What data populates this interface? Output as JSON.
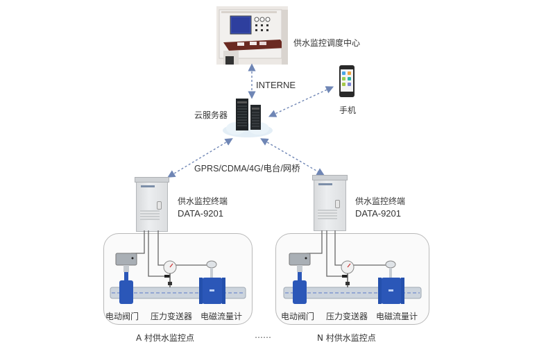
{
  "center": {
    "label": "供水监控调度中心",
    "icon": "control-console-icon"
  },
  "internet_label": "INTERNE",
  "cloud_server": {
    "label": "云服务器",
    "icon": "cloud-server-icon"
  },
  "mobile": {
    "label": "手机",
    "icon": "smartphone-icon"
  },
  "network_label": "GPRS/CDMA/4G/电台/网桥",
  "terminals": [
    {
      "name": "供水监控终端",
      "model": "DATA-9201"
    },
    {
      "name": "供水监控终端",
      "model": "DATA-9201"
    }
  ],
  "sites": [
    {
      "title": "A 村供水监控点",
      "devices": [
        "电动阀门",
        "压力变送器",
        "电磁流量计"
      ]
    },
    {
      "title": "N 村供水监控点",
      "devices": [
        "电动阀门",
        "压力变送器",
        "电磁流量计"
      ]
    }
  ],
  "ellipsis": "……",
  "colors": {
    "link_arrow": "#6f86b5",
    "pipe": "#c9d2dc",
    "device_blue": "#2b57b8",
    "box_border": "#b9b9b9"
  }
}
